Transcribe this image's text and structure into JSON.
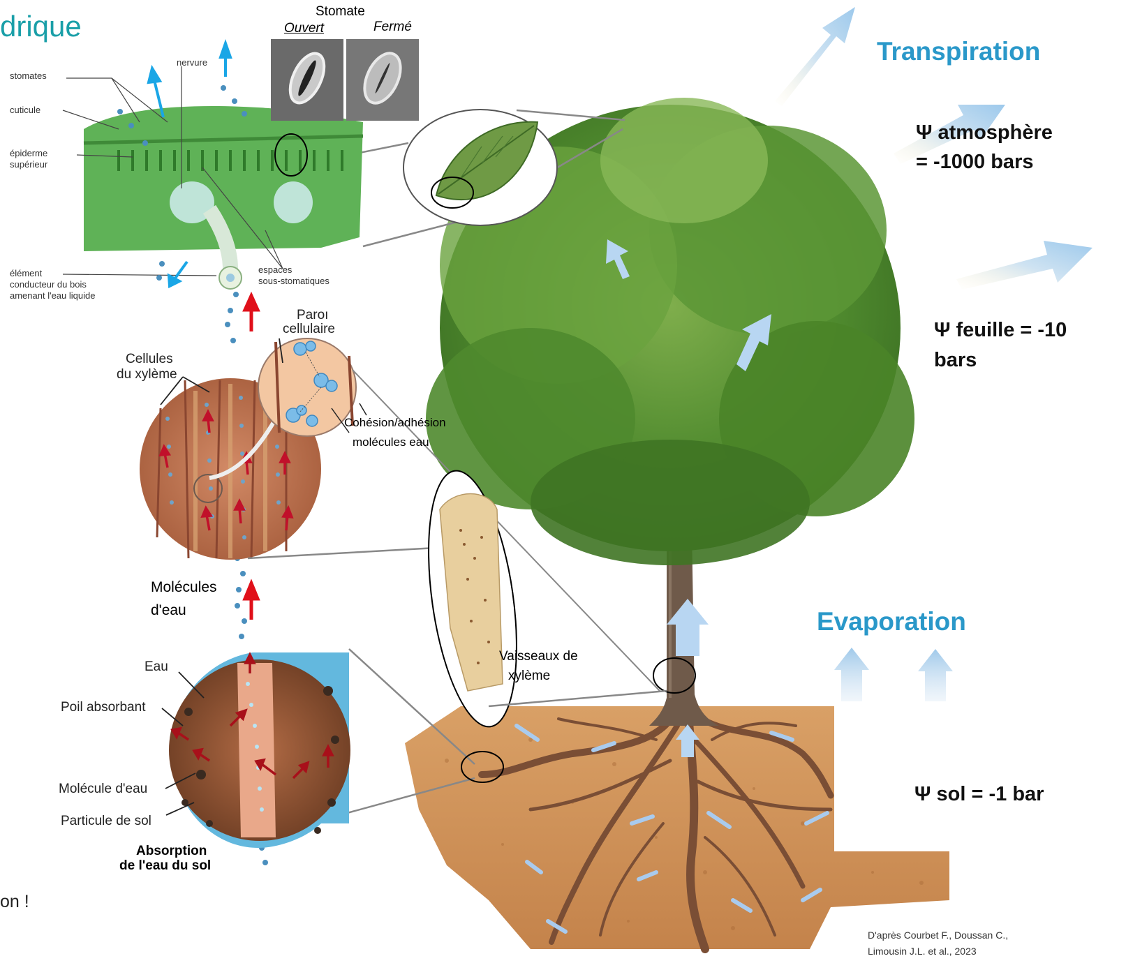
{
  "header": {
    "title_fragment": "drique"
  },
  "footer_fragment": "on !",
  "stomate": {
    "title": "Stomate",
    "open": "Ouvert",
    "closed": "Fermé"
  },
  "leaf_section": {
    "stomates": "stomates",
    "cuticule": "cuticule",
    "epiderme": "épiderme",
    "superieur": "supérieur",
    "nervure": "nervure",
    "element": "élément",
    "conducteur": "conducteur du bois",
    "amenant": "amenant l'eau liquide",
    "espaces": "espaces",
    "sous_stomatiques": "sous-stomatiques"
  },
  "xylem": {
    "paroi": "Paroı",
    "cellulaire": "cellulaire",
    "cellules": "Cellules",
    "du_xyleme": "du xylème",
    "cohesion": "Cohésion/adhésion",
    "molecules_eau": "molécules eau",
    "molecules": "Molécules",
    "deau": "d'eau",
    "vaisseaux": "Vaisseaux de",
    "xyleme": "xylème"
  },
  "root": {
    "eau": "Eau",
    "poil": "Poil absorbant",
    "molecule": "Molécule d'eau",
    "particule": "Particule de sol",
    "absorption": "Absorption",
    "de_leau": "de l'eau du sol"
  },
  "fluxes": {
    "transpiration": "Transpiration",
    "evaporation": "Evaporation"
  },
  "potentials": {
    "atm_line1": "Ψ atmosphère",
    "atm_line2": "= -1000 bars",
    "leaf_line1": "Ψ feuille = -10",
    "leaf_line2": "bars",
    "soil": "Ψ sol = -1 bar"
  },
  "credit": {
    "line1": "D'après Courbet F., Doussan C.,",
    "line2": "Limousin J.L. et al., 2023"
  },
  "colors": {
    "title_teal": "#1a9fa8",
    "flux_blue": "#2a98c9",
    "arrow_red": "#e0101a",
    "arrow_blue": "#1aa6e6",
    "foliage": "#4f8a2e",
    "soil": "#c98a4e",
    "xylem_brown": "#b8694a"
  }
}
